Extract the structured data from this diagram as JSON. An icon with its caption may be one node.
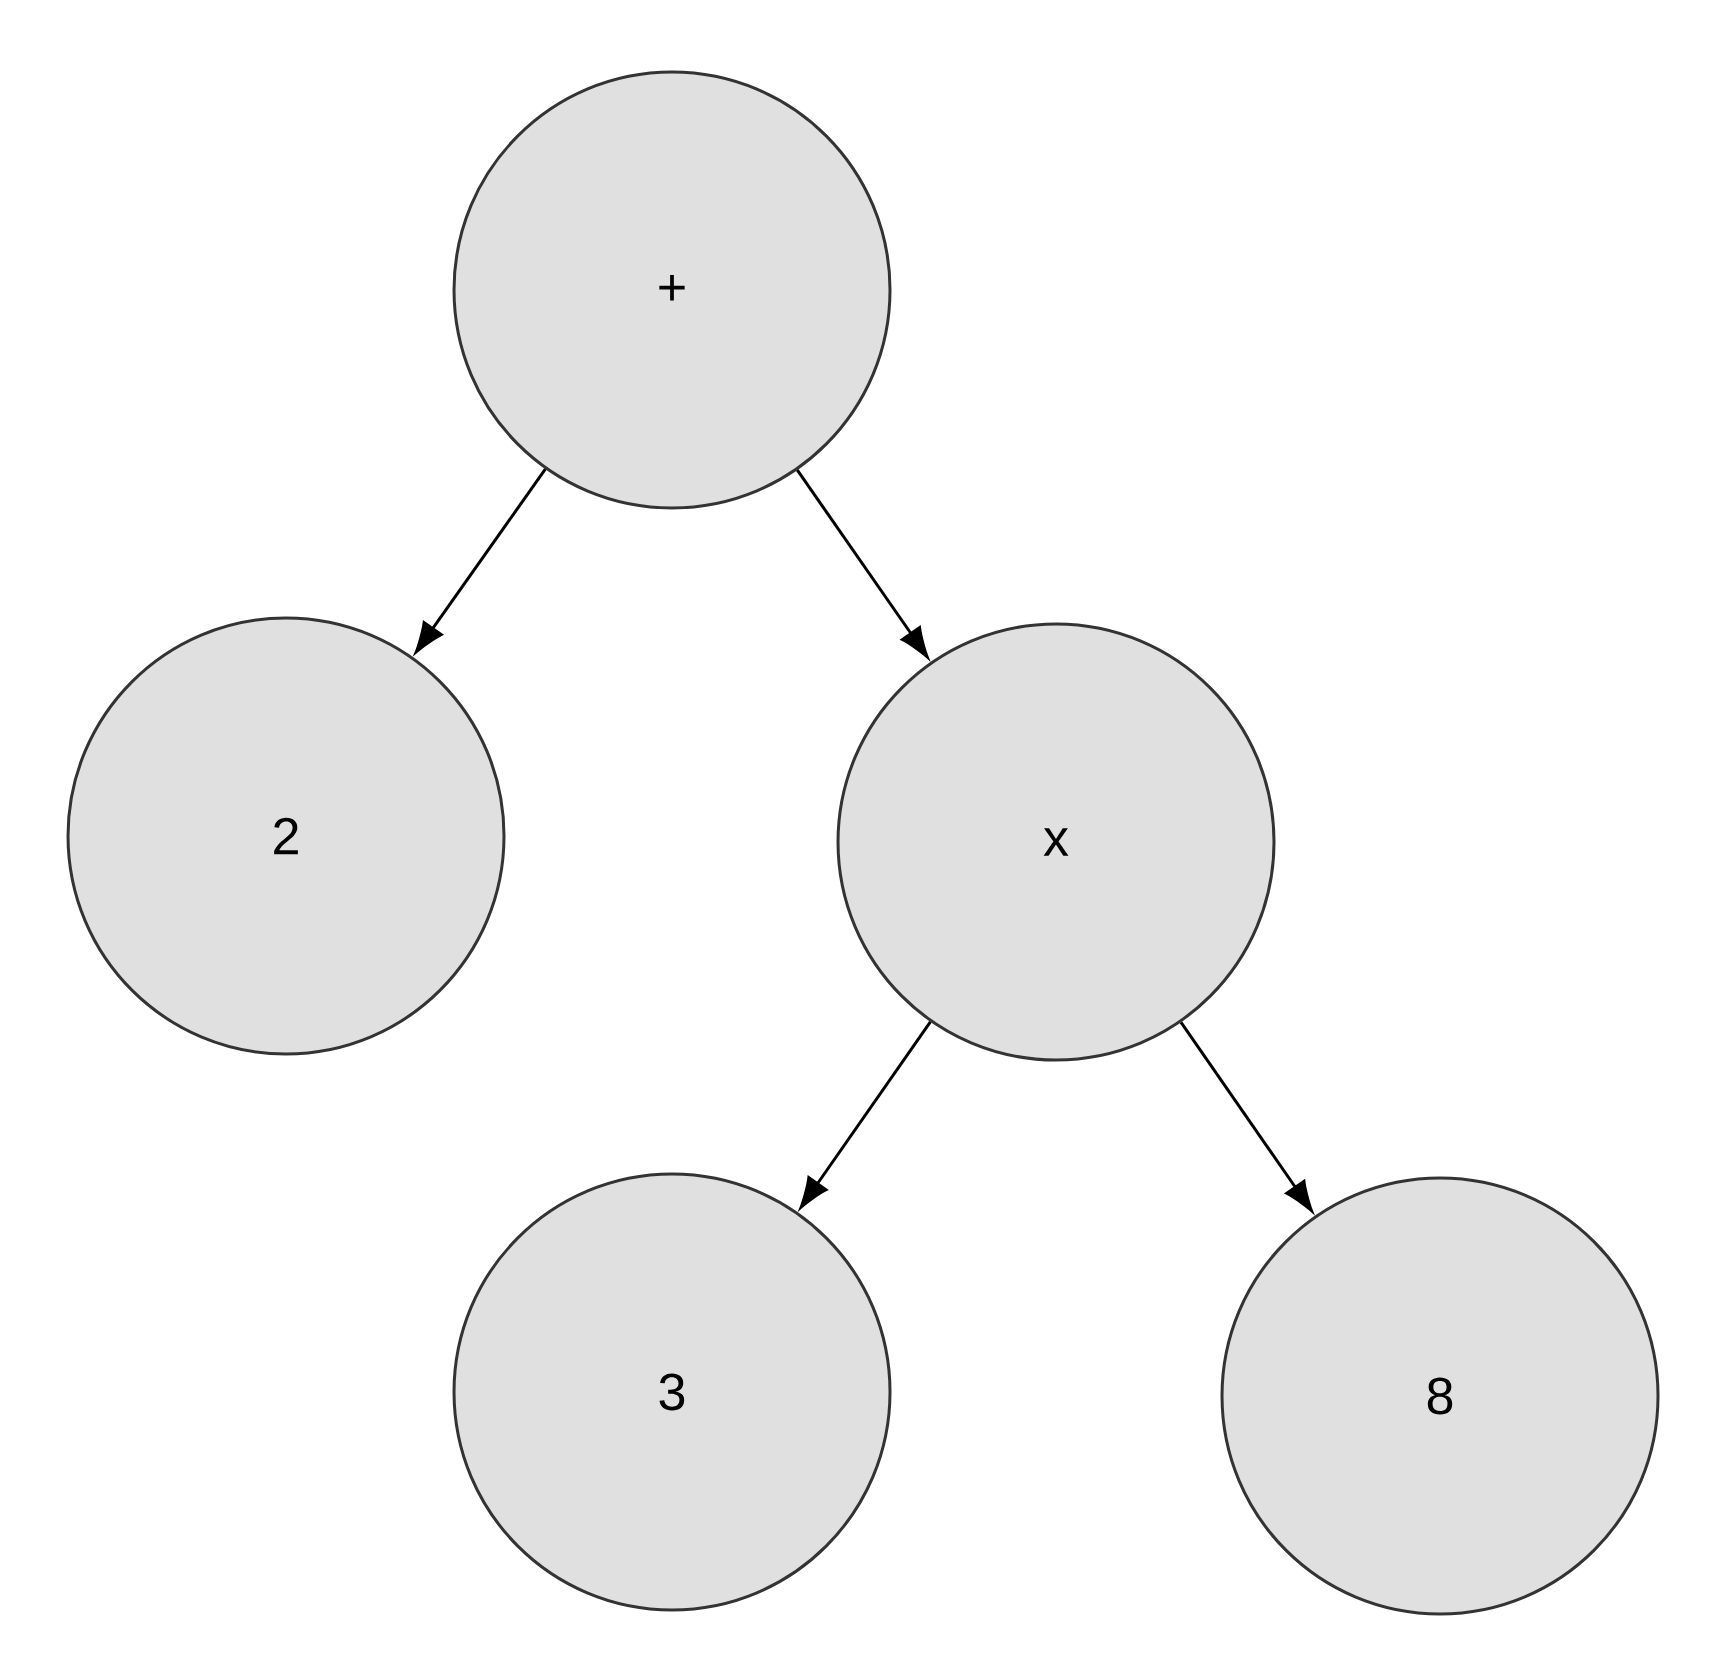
{
  "diagram": {
    "nodes": [
      {
        "text": [
          "+"
        ]
      },
      {
        "text": [
          "2"
        ]
      },
      {
        "text": [
          "x"
        ]
      },
      {
        "text": [
          "3"
        ]
      },
      {
        "text": [
          "8"
        ]
      }
    ],
    "edges": [
      {
        "from": 0,
        "to": 1,
        "arrow": "to"
      },
      {
        "from": 0,
        "to": 2,
        "arrow": "to"
      },
      {
        "from": 2,
        "to": 3,
        "arrow": "to"
      },
      {
        "from": 2,
        "to": 4,
        "arrow": "to"
      }
    ]
  }
}
